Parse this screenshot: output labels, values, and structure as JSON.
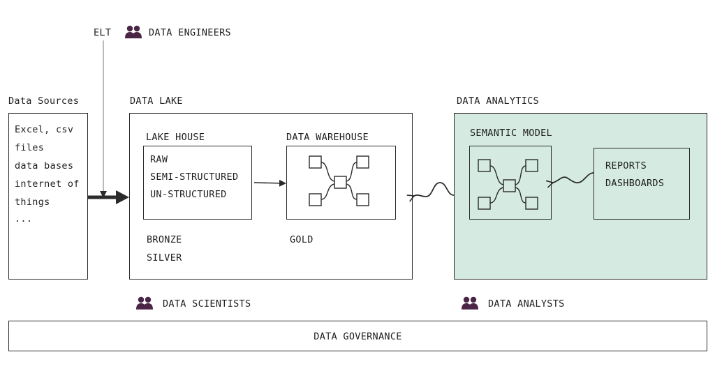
{
  "header": {
    "elt_label": "ELT",
    "engineers_label": "DATA ENGINEERS"
  },
  "sources": {
    "title": "Data Sources",
    "items": [
      "Excel, csv",
      "files",
      "data bases",
      "internet of",
      "things",
      "..."
    ]
  },
  "lake": {
    "title": "DATA LAKE",
    "lakehouse": {
      "title": "LAKE HOUSE",
      "items": [
        "RAW",
        "SEMI-STRUCTURED",
        "UN-STRUCTURED"
      ]
    },
    "warehouse": {
      "title": "DATA WAREHOUSE"
    },
    "tiers": {
      "bronze": "BRONZE",
      "silver": "SILVER",
      "gold": "GOLD"
    }
  },
  "analytics": {
    "title": "DATA ANALYTICS",
    "semantic_title": "SEMANTIC MODEL",
    "outputs": [
      "REPORTS",
      "DASHBOARDS"
    ],
    "fill_color": "#d5ebe1"
  },
  "roles": {
    "scientists": "DATA SCIENTISTS",
    "analysts": "DATA ANALYSTS",
    "icon_color": "#4a2545"
  },
  "governance": {
    "label": "DATA GOVERNANCE"
  }
}
